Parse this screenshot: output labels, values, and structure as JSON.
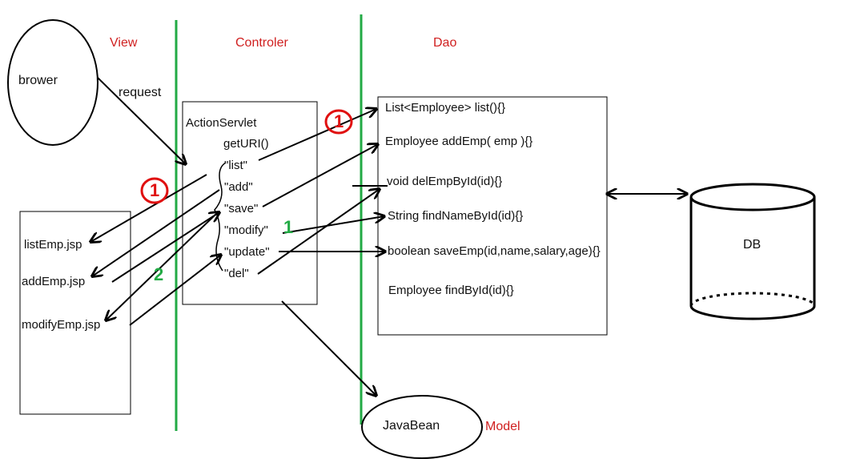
{
  "layers": {
    "view": "View",
    "controller": "Controler",
    "dao": "Dao",
    "model": "Model"
  },
  "browser": {
    "label": "brower",
    "edge_label": "request"
  },
  "controller": {
    "title": "ActionServlet",
    "method": "getURI()",
    "routes": [
      "\"list\"",
      "\"add\"",
      "\"save\"",
      "\"modify\"",
      "\"update\"",
      "\"del\""
    ]
  },
  "view_pages": [
    "listEmp.jsp",
    "addEmp.jsp",
    "modifyEmp.jsp"
  ],
  "dao_methods": [
    "List<Employee> list(){}",
    "Employee addEmp(  emp ){}",
    "void delEmpById(id){}",
    "String findNameById(id){}",
    "boolean saveEmp(id,name,salary,age){}",
    "Employee findById(id){}"
  ],
  "database": {
    "label": "DB"
  },
  "model": {
    "label": "JavaBean"
  },
  "annotations": {
    "red_1_dao": "1",
    "red_1_view": "1",
    "green_1": "1",
    "green_2": "2"
  },
  "colors": {
    "layer_label": "#d02020",
    "divider": "#22aa44",
    "annotation_red": "#e01010",
    "annotation_green": "#22aa44",
    "stroke": "#000000"
  }
}
